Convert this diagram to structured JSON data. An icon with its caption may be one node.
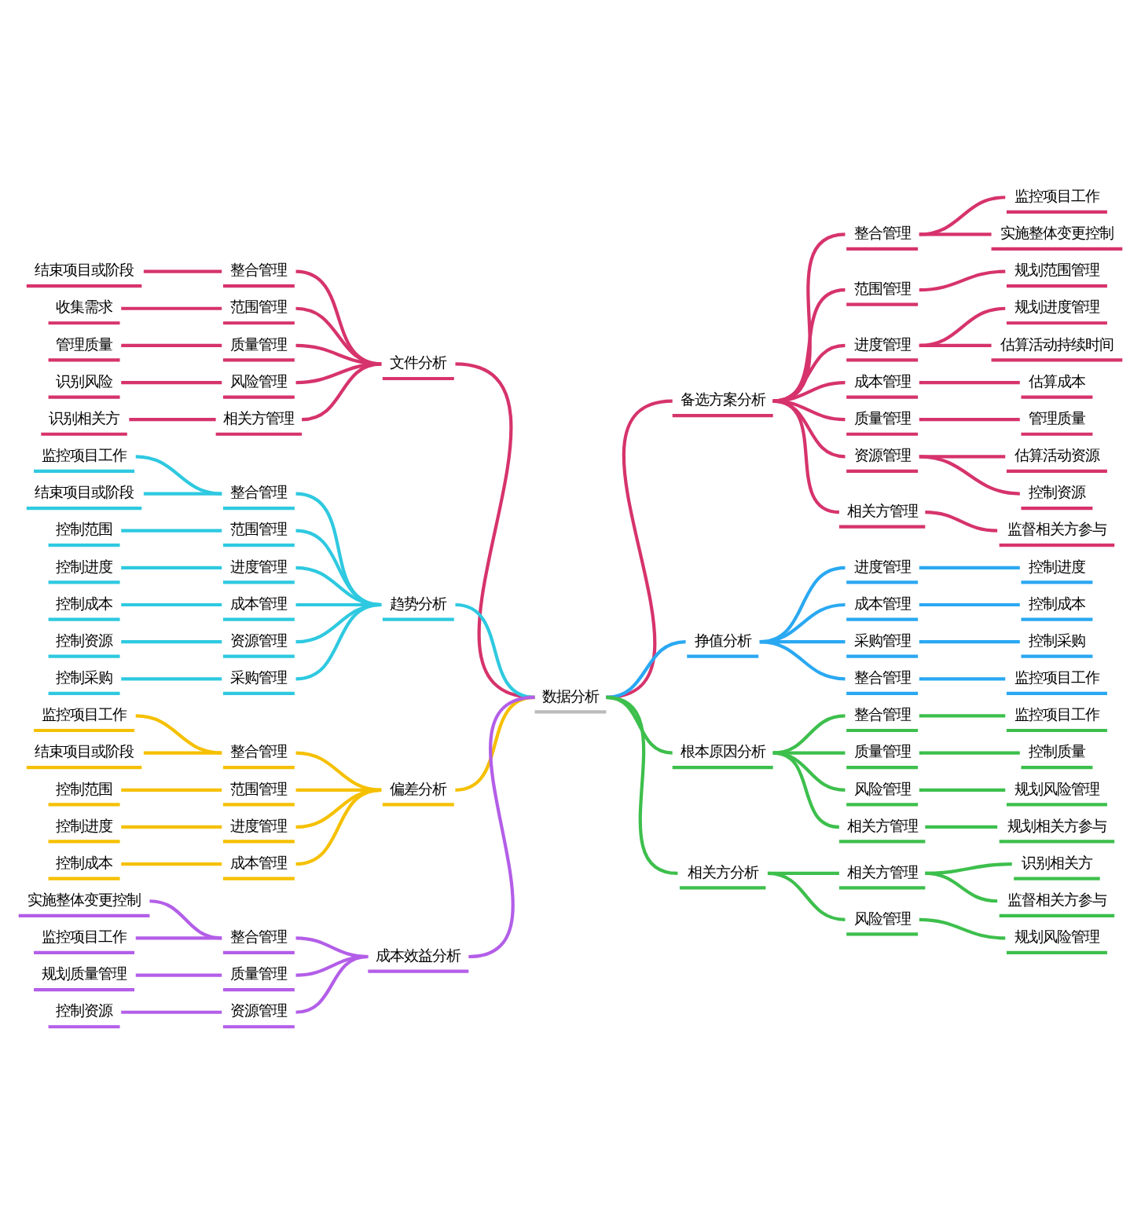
{
  "diagram": {
    "nodes": [
      {
        "text": [
          "数据分析"
        ]
      },
      {
        "text": [
          "文件分析"
        ]
      },
      {
        "text": [
          "整合管理"
        ]
      },
      {
        "text": [
          "结束项目或阶段"
        ]
      },
      {
        "text": [
          "范围管理"
        ]
      },
      {
        "text": [
          "收集需求"
        ]
      },
      {
        "text": [
          "质量管理"
        ]
      },
      {
        "text": [
          "管理质量"
        ]
      },
      {
        "text": [
          "风险管理"
        ]
      },
      {
        "text": [
          "识别风险"
        ]
      },
      {
        "text": [
          "相关方管理"
        ]
      },
      {
        "text": [
          "识别相关方"
        ]
      },
      {
        "text": [
          "趋势分析"
        ]
      },
      {
        "text": [
          "整合管理"
        ]
      },
      {
        "text": [
          "监控项目工作"
        ]
      },
      {
        "text": [
          "结束项目或阶段"
        ]
      },
      {
        "text": [
          "范围管理"
        ]
      },
      {
        "text": [
          "控制范围"
        ]
      },
      {
        "text": [
          "进度管理"
        ]
      },
      {
        "text": [
          "控制进度"
        ]
      },
      {
        "text": [
          "成本管理"
        ]
      },
      {
        "text": [
          "控制成本"
        ]
      },
      {
        "text": [
          "资源管理"
        ]
      },
      {
        "text": [
          "控制资源"
        ]
      },
      {
        "text": [
          "采购管理"
        ]
      },
      {
        "text": [
          "控制采购"
        ]
      },
      {
        "text": [
          "偏差分析"
        ]
      },
      {
        "text": [
          "整合管理"
        ]
      },
      {
        "text": [
          "监控项目工作"
        ]
      },
      {
        "text": [
          "结束项目或阶段"
        ]
      },
      {
        "text": [
          "范围管理"
        ]
      },
      {
        "text": [
          "控制范围"
        ]
      },
      {
        "text": [
          "进度管理"
        ]
      },
      {
        "text": [
          "控制进度"
        ]
      },
      {
        "text": [
          "成本管理"
        ]
      },
      {
        "text": [
          "控制成本"
        ]
      },
      {
        "text": [
          "成本效益分析"
        ]
      },
      {
        "text": [
          "整合管理"
        ]
      },
      {
        "text": [
          "实施整体变更控制"
        ]
      },
      {
        "text": [
          "监控项目工作"
        ]
      },
      {
        "text": [
          "质量管理"
        ]
      },
      {
        "text": [
          "规划质量管理"
        ]
      },
      {
        "text": [
          "资源管理"
        ]
      },
      {
        "text": [
          "控制资源"
        ]
      },
      {
        "text": [
          "备选方案分析"
        ]
      },
      {
        "text": [
          "整合管理"
        ]
      },
      {
        "text": [
          "监控项目工作"
        ]
      },
      {
        "text": [
          "实施整体变更控制"
        ]
      },
      {
        "text": [
          "范围管理"
        ]
      },
      {
        "text": [
          "规划范围管理"
        ]
      },
      {
        "text": [
          "进度管理"
        ]
      },
      {
        "text": [
          "规划进度管理"
        ]
      },
      {
        "text": [
          "估算活动持续时间"
        ]
      },
      {
        "text": [
          "成本管理"
        ]
      },
      {
        "text": [
          "估算成本"
        ]
      },
      {
        "text": [
          "质量管理"
        ]
      },
      {
        "text": [
          "管理质量"
        ]
      },
      {
        "text": [
          "资源管理"
        ]
      },
      {
        "text": [
          "估算活动资源"
        ]
      },
      {
        "text": [
          "控制资源"
        ]
      },
      {
        "text": [
          "相关方管理"
        ]
      },
      {
        "text": [
          "监督相关方参与"
        ]
      },
      {
        "text": [
          "挣值分析"
        ]
      },
      {
        "text": [
          "进度管理"
        ]
      },
      {
        "text": [
          "控制进度"
        ]
      },
      {
        "text": [
          "成本管理"
        ]
      },
      {
        "text": [
          "控制成本"
        ]
      },
      {
        "text": [
          "采购管理"
        ]
      },
      {
        "text": [
          "控制采购"
        ]
      },
      {
        "text": [
          "整合管理"
        ]
      },
      {
        "text": [
          "监控项目工作"
        ]
      },
      {
        "text": [
          "根本原因分析"
        ]
      },
      {
        "text": [
          "整合管理"
        ]
      },
      {
        "text": [
          "监控项目工作"
        ]
      },
      {
        "text": [
          "质量管理"
        ]
      },
      {
        "text": [
          "控制质量"
        ]
      },
      {
        "text": [
          "风险管理"
        ]
      },
      {
        "text": [
          "规划风险管理"
        ]
      },
      {
        "text": [
          "相关方管理"
        ]
      },
      {
        "text": [
          "规划相关方参与"
        ]
      },
      {
        "text": [
          "相关方分析"
        ]
      },
      {
        "text": [
          "相关方管理"
        ]
      },
      {
        "text": [
          "识别相关方"
        ]
      },
      {
        "text": [
          "监督相关方参与"
        ]
      },
      {
        "text": [
          "风险管理"
        ]
      },
      {
        "text": [
          "规划风险管理"
        ]
      }
    ],
    "edges": [
      {
        "from": 0,
        "to": 1,
        "arrow": "none",
        "color": "#d6336c"
      },
      {
        "from": 1,
        "to": 2,
        "arrow": "none",
        "color": "#d6336c"
      },
      {
        "from": 2,
        "to": 3,
        "arrow": "none",
        "color": "#d6336c"
      },
      {
        "from": 1,
        "to": 4,
        "arrow": "none",
        "color": "#d6336c"
      },
      {
        "from": 4,
        "to": 5,
        "arrow": "none",
        "color": "#d6336c"
      },
      {
        "from": 1,
        "to": 6,
        "arrow": "none",
        "color": "#d6336c"
      },
      {
        "from": 6,
        "to": 7,
        "arrow": "none",
        "color": "#d6336c"
      },
      {
        "from": 1,
        "to": 8,
        "arrow": "none",
        "color": "#d6336c"
      },
      {
        "from": 8,
        "to": 9,
        "arrow": "none",
        "color": "#d6336c"
      },
      {
        "from": 1,
        "to": 10,
        "arrow": "none",
        "color": "#d6336c"
      },
      {
        "from": 10,
        "to": 11,
        "arrow": "none",
        "color": "#d6336c"
      },
      {
        "from": 0,
        "to": 12,
        "arrow": "none",
        "color": "#2ec9e0"
      },
      {
        "from": 12,
        "to": 13,
        "arrow": "none",
        "color": "#2ec9e0"
      },
      {
        "from": 13,
        "to": 14,
        "arrow": "none",
        "color": "#2ec9e0"
      },
      {
        "from": 13,
        "to": 15,
        "arrow": "none",
        "color": "#2ec9e0"
      },
      {
        "from": 12,
        "to": 16,
        "arrow": "none",
        "color": "#2ec9e0"
      },
      {
        "from": 16,
        "to": 17,
        "arrow": "none",
        "color": "#2ec9e0"
      },
      {
        "from": 12,
        "to": 18,
        "arrow": "none",
        "color": "#2ec9e0"
      },
      {
        "from": 18,
        "to": 19,
        "arrow": "none",
        "color": "#2ec9e0"
      },
      {
        "from": 12,
        "to": 20,
        "arrow": "none",
        "color": "#2ec9e0"
      },
      {
        "from": 20,
        "to": 21,
        "arrow": "none",
        "color": "#2ec9e0"
      },
      {
        "from": 12,
        "to": 22,
        "arrow": "none",
        "color": "#2ec9e0"
      },
      {
        "from": 22,
        "to": 23,
        "arrow": "none",
        "color": "#2ec9e0"
      },
      {
        "from": 12,
        "to": 24,
        "arrow": "none",
        "color": "#2ec9e0"
      },
      {
        "from": 24,
        "to": 25,
        "arrow": "none",
        "color": "#2ec9e0"
      },
      {
        "from": 0,
        "to": 26,
        "arrow": "none",
        "color": "#f5c000"
      },
      {
        "from": 26,
        "to": 27,
        "arrow": "none",
        "color": "#f5c000"
      },
      {
        "from": 27,
        "to": 28,
        "arrow": "none",
        "color": "#f5c000"
      },
      {
        "from": 27,
        "to": 29,
        "arrow": "none",
        "color": "#f5c000"
      },
      {
        "from": 26,
        "to": 30,
        "arrow": "none",
        "color": "#f5c000"
      },
      {
        "from": 30,
        "to": 31,
        "arrow": "none",
        "color": "#f5c000"
      },
      {
        "from": 26,
        "to": 32,
        "arrow": "none",
        "color": "#f5c000"
      },
      {
        "from": 32,
        "to": 33,
        "arrow": "none",
        "color": "#f5c000"
      },
      {
        "from": 26,
        "to": 34,
        "arrow": "none",
        "color": "#f5c000"
      },
      {
        "from": 34,
        "to": 35,
        "arrow": "none",
        "color": "#f5c000"
      },
      {
        "from": 0,
        "to": 36,
        "arrow": "none",
        "color": "#b35ee8"
      },
      {
        "from": 36,
        "to": 37,
        "arrow": "none",
        "color": "#b35ee8"
      },
      {
        "from": 37,
        "to": 38,
        "arrow": "none",
        "color": "#b35ee8"
      },
      {
        "from": 37,
        "to": 39,
        "arrow": "none",
        "color": "#b35ee8"
      },
      {
        "from": 36,
        "to": 40,
        "arrow": "none",
        "color": "#b35ee8"
      },
      {
        "from": 40,
        "to": 41,
        "arrow": "none",
        "color": "#b35ee8"
      },
      {
        "from": 36,
        "to": 42,
        "arrow": "none",
        "color": "#b35ee8"
      },
      {
        "from": 42,
        "to": 43,
        "arrow": "none",
        "color": "#b35ee8"
      },
      {
        "from": 0,
        "to": 44,
        "arrow": "none",
        "color": "#d6336c"
      },
      {
        "from": 44,
        "to": 45,
        "arrow": "none",
        "color": "#d6336c"
      },
      {
        "from": 45,
        "to": 46,
        "arrow": "none",
        "color": "#d6336c"
      },
      {
        "from": 45,
        "to": 47,
        "arrow": "none",
        "color": "#d6336c"
      },
      {
        "from": 44,
        "to": 48,
        "arrow": "none",
        "color": "#d6336c"
      },
      {
        "from": 48,
        "to": 49,
        "arrow": "none",
        "color": "#d6336c"
      },
      {
        "from": 44,
        "to": 50,
        "arrow": "none",
        "color": "#d6336c"
      },
      {
        "from": 50,
        "to": 51,
        "arrow": "none",
        "color": "#d6336c"
      },
      {
        "from": 50,
        "to": 52,
        "arrow": "none",
        "color": "#d6336c"
      },
      {
        "from": 44,
        "to": 53,
        "arrow": "none",
        "color": "#d6336c"
      },
      {
        "from": 53,
        "to": 54,
        "arrow": "none",
        "color": "#d6336c"
      },
      {
        "from": 44,
        "to": 55,
        "arrow": "none",
        "color": "#d6336c"
      },
      {
        "from": 55,
        "to": 56,
        "arrow": "none",
        "color": "#d6336c"
      },
      {
        "from": 44,
        "to": 57,
        "arrow": "none",
        "color": "#d6336c"
      },
      {
        "from": 57,
        "to": 58,
        "arrow": "none",
        "color": "#d6336c"
      },
      {
        "from": 57,
        "to": 59,
        "arrow": "none",
        "color": "#d6336c"
      },
      {
        "from": 44,
        "to": 60,
        "arrow": "none",
        "color": "#d6336c"
      },
      {
        "from": 60,
        "to": 61,
        "arrow": "none",
        "color": "#d6336c"
      },
      {
        "from": 0,
        "to": 62,
        "arrow": "none",
        "color": "#2aa8f2"
      },
      {
        "from": 62,
        "to": 63,
        "arrow": "none",
        "color": "#2aa8f2"
      },
      {
        "from": 63,
        "to": 64,
        "arrow": "none",
        "color": "#2aa8f2"
      },
      {
        "from": 62,
        "to": 65,
        "arrow": "none",
        "color": "#2aa8f2"
      },
      {
        "from": 65,
        "to": 66,
        "arrow": "none",
        "color": "#2aa8f2"
      },
      {
        "from": 62,
        "to": 67,
        "arrow": "none",
        "color": "#2aa8f2"
      },
      {
        "from": 67,
        "to": 68,
        "arrow": "none",
        "color": "#2aa8f2"
      },
      {
        "from": 62,
        "to": 69,
        "arrow": "none",
        "color": "#2aa8f2"
      },
      {
        "from": 69,
        "to": 70,
        "arrow": "none",
        "color": "#2aa8f2"
      },
      {
        "from": 0,
        "to": 71,
        "arrow": "none",
        "color": "#3dbf4c"
      },
      {
        "from": 71,
        "to": 72,
        "arrow": "none",
        "color": "#3dbf4c"
      },
      {
        "from": 72,
        "to": 73,
        "arrow": "none",
        "color": "#3dbf4c"
      },
      {
        "from": 71,
        "to": 74,
        "arrow": "none",
        "color": "#3dbf4c"
      },
      {
        "from": 74,
        "to": 75,
        "arrow": "none",
        "color": "#3dbf4c"
      },
      {
        "from": 71,
        "to": 76,
        "arrow": "none",
        "color": "#3dbf4c"
      },
      {
        "from": 76,
        "to": 77,
        "arrow": "none",
        "color": "#3dbf4c"
      },
      {
        "from": 71,
        "to": 78,
        "arrow": "none",
        "color": "#3dbf4c"
      },
      {
        "from": 78,
        "to": 79,
        "arrow": "none",
        "color": "#3dbf4c"
      },
      {
        "from": 0,
        "to": 80,
        "arrow": "none",
        "color": "#3dbf4c"
      },
      {
        "from": 80,
        "to": 81,
        "arrow": "none",
        "color": "#3dbf4c"
      },
      {
        "from": 81,
        "to": 82,
        "arrow": "none",
        "color": "#3dbf4c"
      },
      {
        "from": 81,
        "to": 83,
        "arrow": "none",
        "color": "#3dbf4c"
      },
      {
        "from": 80,
        "to": 84,
        "arrow": "none",
        "color": "#3dbf4c"
      },
      {
        "from": 84,
        "to": 85,
        "arrow": "none",
        "color": "#3dbf4c"
      }
    ]
  }
}
